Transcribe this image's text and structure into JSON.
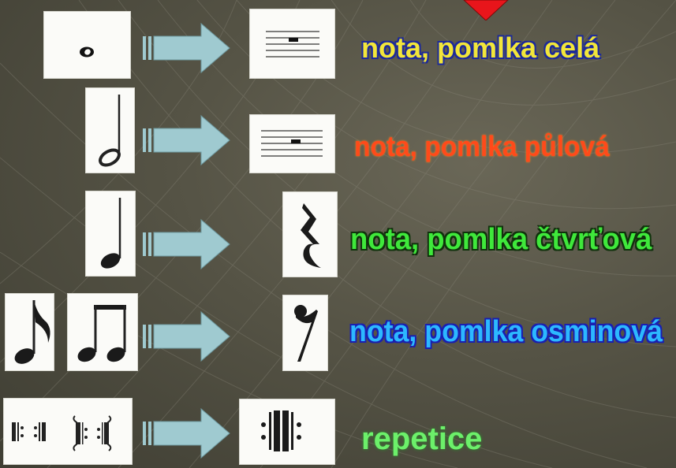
{
  "rows": [
    {
      "label": "nota, pomlka celá"
    },
    {
      "label": "nota, pomlka půlová"
    },
    {
      "label": "nota, pomlka čtvrťová"
    },
    {
      "label": "nota, pomlka osminová"
    },
    {
      "label": "repetice"
    }
  ],
  "colors": {
    "row1": "#f2e63a",
    "row2": "#ff4a1a",
    "row3": "#3fe83b",
    "row4": "#2cb8ff",
    "row5": "#6cf06a",
    "arrow": "#9fcad0",
    "background": "#555345",
    "heart": "#e8151b"
  },
  "icons": [
    "whole-note-icon",
    "whole-rest-icon",
    "half-note-icon",
    "half-rest-icon",
    "quarter-note-icon",
    "quarter-rest-icon",
    "eighth-note-icon",
    "beamed-eighths-icon",
    "eighth-rest-icon",
    "repeat-signs-icon",
    "double-repeat-icon",
    "arrow-icon",
    "heart-icon"
  ]
}
